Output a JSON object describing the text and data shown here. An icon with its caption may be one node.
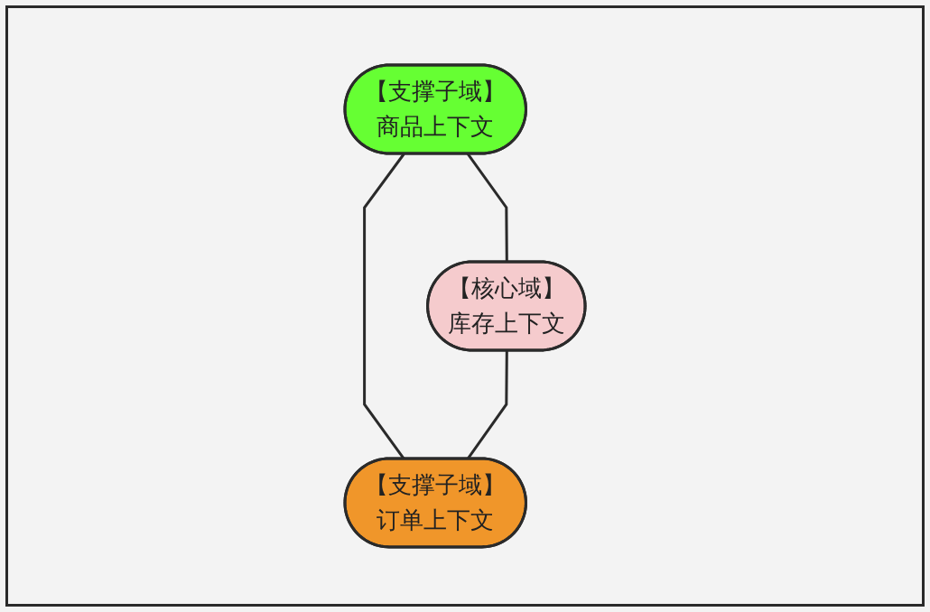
{
  "diagram": {
    "nodes": [
      {
        "text": [
          "【支撑子域】",
          "商品上下文"
        ]
      },
      {
        "text": [
          "【核心域】",
          "库存上下文"
        ]
      },
      {
        "text": [
          "【支撑子域】",
          "订单上下文"
        ]
      }
    ],
    "edges": [
      {
        "from": 0,
        "to": 1,
        "arrow": "none"
      },
      {
        "from": 0,
        "to": 2,
        "arrow": "none"
      },
      {
        "from": 1,
        "to": 2,
        "arrow": "none"
      }
    ]
  }
}
